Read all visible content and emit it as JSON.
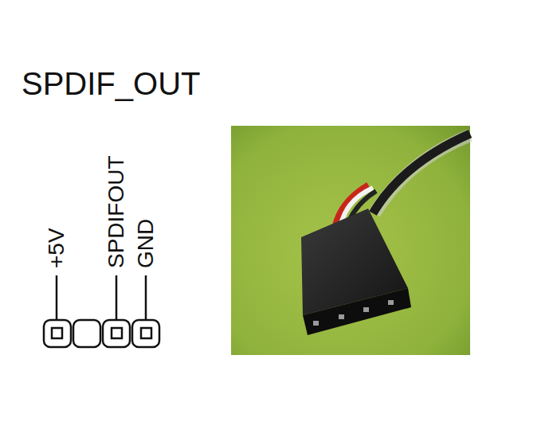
{
  "diagram": {
    "title": "SPDIF_OUT",
    "labels": [
      "+5V",
      "SPDIFOUT",
      "GND"
    ]
  }
}
